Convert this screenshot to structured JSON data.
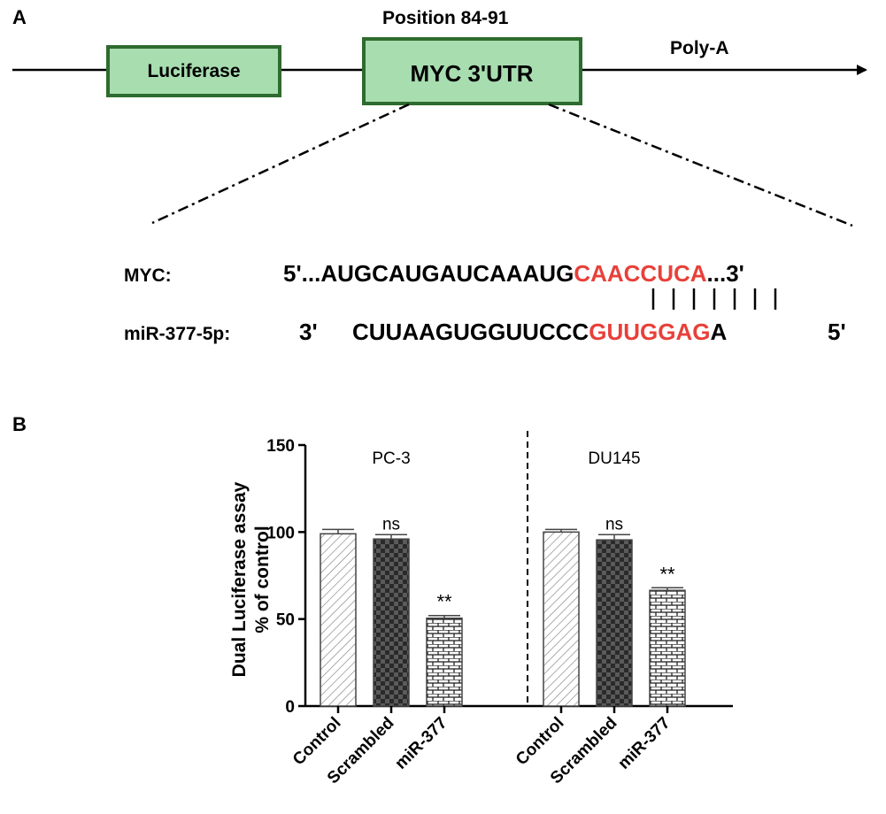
{
  "panel_a": {
    "label": "A",
    "position_label": "Position 84-91",
    "luciferase_label": "Luciferase",
    "utr_label": "MYC 3'UTR",
    "polya_label": "Poly-A",
    "box_fill": "#a8ddb0",
    "box_stroke": "#2e6b2e",
    "myc_label": "MYC:",
    "myc_prefix": "5'...AUGCAUGAUCAAAUG",
    "myc_highlight": "CAACCUCA",
    "myc_suffix": "...3'",
    "mir_label": "miR-377-5p:",
    "mir_3prime": "3'",
    "mir_seq": "CUUAAGUGGUUCCC",
    "mir_highlight": "GUUGGAG",
    "mir_tail": "A",
    "mir_5prime": "5'",
    "pair_count": 7,
    "highlight_color": "#e8403a"
  },
  "chart_data": {
    "type": "bar",
    "panel_label": "B",
    "ylabel_line1": "Dual Luciferase assay",
    "ylabel_line2": "% of control",
    "ylim": [
      0,
      150
    ],
    "yticks": [
      "0",
      "50",
      "100",
      "150"
    ],
    "grid": false,
    "groups": [
      {
        "name": "PC-3",
        "bars": [
          {
            "category": "Control",
            "value": 99,
            "error": 2.5,
            "pattern": "diagonal",
            "annotation": ""
          },
          {
            "category": "Scrambled",
            "value": 96,
            "error": 2.5,
            "pattern": "checker",
            "annotation": "ns"
          },
          {
            "category": "miR-377",
            "value": 50.5,
            "error": 1.5,
            "pattern": "brick",
            "annotation": "**"
          }
        ]
      },
      {
        "name": "DU145",
        "bars": [
          {
            "category": "Control",
            "value": 100,
            "error": 1.5,
            "pattern": "diagonal",
            "annotation": ""
          },
          {
            "category": "Scrambled",
            "value": 95.5,
            "error": 3,
            "pattern": "checker",
            "annotation": "ns"
          },
          {
            "category": "miR-377",
            "value": 66.5,
            "error": 1.5,
            "pattern": "brick",
            "annotation": "**"
          }
        ]
      }
    ]
  }
}
